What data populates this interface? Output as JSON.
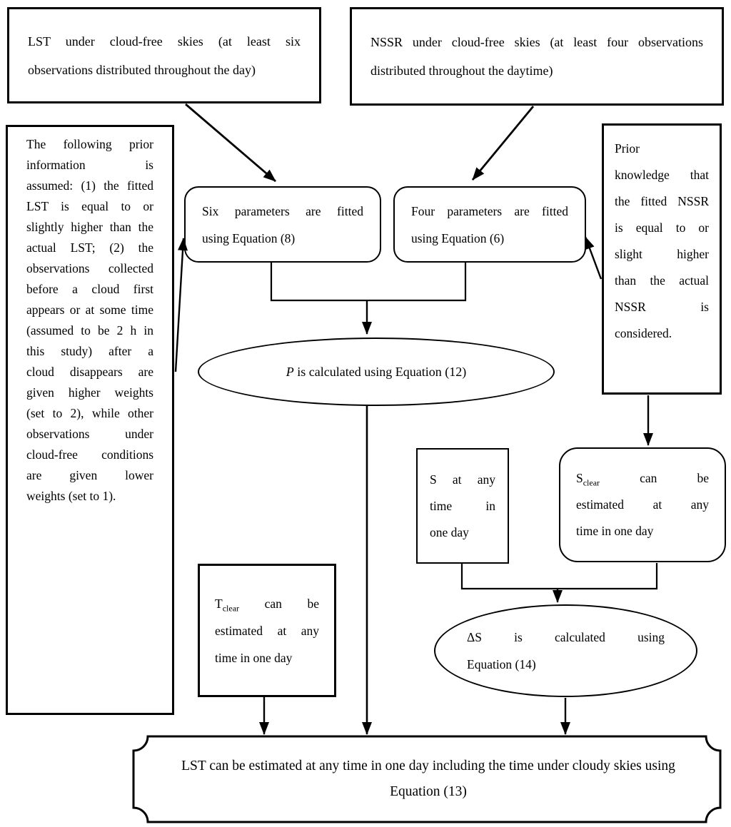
{
  "diagram": {
    "colors": {
      "ink": "#000000",
      "background": "#ffffff"
    },
    "nodes": {
      "lst_input": {
        "lines": [
          "LST under cloud-free skies (at least six",
          "observations distributed throughout the day)"
        ]
      },
      "nssr_input": {
        "lines": [
          "NSSR under cloud-free skies (at least four observations",
          "distributed throughout the daytime)"
        ]
      },
      "prior_lst": {
        "lines": [
          "The following prior",
          "information is",
          "assumed: (1) the fitted",
          "LST is equal to or",
          "slightly higher than the",
          "actual LST; (2) the",
          "observations collected",
          "before a cloud first",
          "appears or at some time",
          "(assumed to be 2 h in",
          "this study) after a",
          "cloud disappears are",
          "given higher weights",
          "(set to 2), while other",
          "observations under",
          "cloud-free conditions",
          "are given lower",
          "weights (set to 1)."
        ]
      },
      "six_params": {
        "lines": [
          "Six parameters are fitted",
          "using Equation (8)"
        ]
      },
      "four_params": {
        "lines": [
          "Four parameters are fitted",
          "using Equation (6)"
        ]
      },
      "prior_nssr": {
        "lines": [
          "Prior",
          "knowledge that",
          "the fitted NSSR",
          "is equal to or",
          "slight higher",
          "than the actual",
          "NSSR is",
          "considered."
        ]
      },
      "p_calc": {
        "lines": [
          "*P* is calculated using Equation (12)"
        ]
      },
      "s_any": {
        "lines": [
          "S at any",
          "time in",
          "one day"
        ]
      },
      "s_clear": {
        "lines": [
          "S_{clear} can be",
          "estimated at any",
          "time in one day"
        ]
      },
      "t_clear": {
        "lines": [
          "T_{clear} can be",
          "estimated at any",
          "time in one day"
        ]
      },
      "delta_s": {
        "lines": [
          "ΔS is calculated using",
          "Equation (14)"
        ]
      },
      "output": {
        "lines": [
          "LST can be estimated at any time in one day including the time under cloudy skies using",
          "Equation (13)"
        ]
      }
    }
  }
}
